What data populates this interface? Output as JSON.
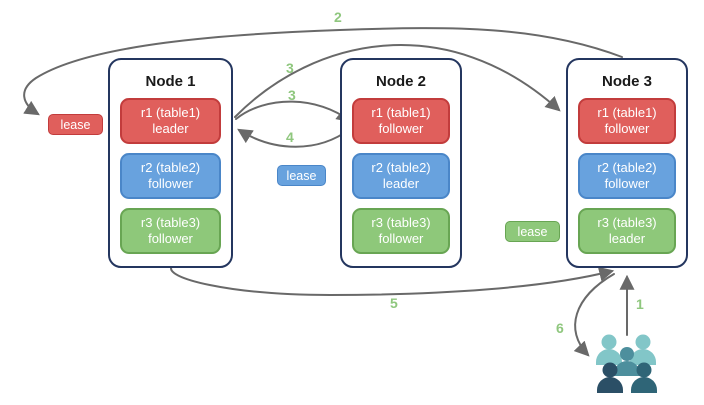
{
  "nodes": [
    {
      "title": "Node 1",
      "replicas": [
        {
          "name": "r1 (table1)",
          "role": "leader"
        },
        {
          "name": "r2 (table2)",
          "role": "follower"
        },
        {
          "name": "r3 (table3)",
          "role": "follower"
        }
      ]
    },
    {
      "title": "Node 2",
      "replicas": [
        {
          "name": "r1 (table1)",
          "role": "follower"
        },
        {
          "name": "r2 (table2)",
          "role": "leader"
        },
        {
          "name": "r3 (table3)",
          "role": "follower"
        }
      ]
    },
    {
      "title": "Node 3",
      "replicas": [
        {
          "name": "r1 (table1)",
          "role": "follower"
        },
        {
          "name": "r2 (table2)",
          "role": "follower"
        },
        {
          "name": "r3 (table3)",
          "role": "leader"
        }
      ]
    }
  ],
  "leases": {
    "table1": {
      "label": "lease",
      "color": "#e05f5c"
    },
    "table2": {
      "label": "lease",
      "color": "#68a2de"
    },
    "table3": {
      "label": "lease",
      "color": "#8ec87a"
    }
  },
  "steps": {
    "s1": "1",
    "s2": "2",
    "s3a": "3",
    "s3b": "3",
    "s4": "4",
    "s5": "5",
    "s6": "6"
  },
  "icons": {
    "users": "users-group-icon"
  },
  "colors": {
    "replica_red": "#e05f5c",
    "replica_red_border": "#c23c3c",
    "replica_blue": "#68a2de",
    "replica_blue_border": "#4a86c8",
    "replica_green": "#8ec87a",
    "replica_green_border": "#68a553",
    "node_border": "#24365f",
    "arrow": "#696969",
    "step_label": "#8fc77e",
    "users_light": "#82c6c8",
    "users_mid": "#4d8f9d",
    "users_dark_left": "#2b4f66",
    "users_dark_right": "#2f6577"
  }
}
